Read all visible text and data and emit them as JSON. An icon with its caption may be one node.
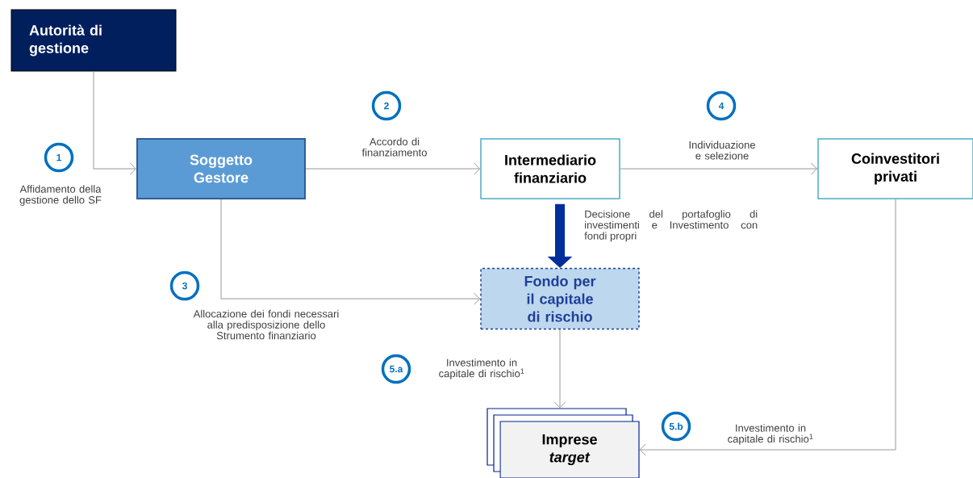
{
  "diagram": {
    "nodes": [
      {
        "text": [
          "Autorità di gestione"
        ]
      },
      {
        "text": [
          "Soggetto Gestore"
        ]
      },
      {
        "text": [
          "Intermediario finanziario"
        ]
      },
      {
        "text": [
          "Coinvestitori privati"
        ]
      },
      {
        "text": [
          "Fondo per il capitale di rischio"
        ]
      },
      {
        "text": [
          "Imprese *target*"
        ]
      },
      {
        "text": [
          "1"
        ]
      },
      {
        "text": [
          "2"
        ]
      },
      {
        "text": [
          "3"
        ]
      },
      {
        "text": [
          "4"
        ]
      },
      {
        "text": [
          "5.a"
        ]
      },
      {
        "text": [
          "5.b"
        ]
      }
    ],
    "edges": [
      {
        "from": 0,
        "to": 1,
        "arrow": "to",
        "label": "Affidamento della gestione dello SF"
      },
      {
        "from": 1,
        "to": 2,
        "arrow": "to",
        "label": "Accordo di finanziamento"
      },
      {
        "from": 2,
        "to": 3,
        "arrow": "to",
        "label": "Individuazione e selezione"
      },
      {
        "from": 2,
        "to": 4,
        "arrow": "to",
        "style": "thick",
        "color": "#002d9c",
        "label": "Decisione del portafoglio di investimenti e Investimento con fondi propri"
      },
      {
        "from": 1,
        "to": 4,
        "arrow": "to",
        "label": "Allocazione dei fondi necessari alla predisposizione dello Strumento finanziario"
      },
      {
        "from": 4,
        "to": 5,
        "arrow": "to",
        "label": "Investimento in capitale di rischio$^{1}$"
      },
      {
        "from": 3,
        "to": 5,
        "arrow": "to",
        "label": "Investimento in capitale di rischio$^{1}$"
      }
    ]
  }
}
